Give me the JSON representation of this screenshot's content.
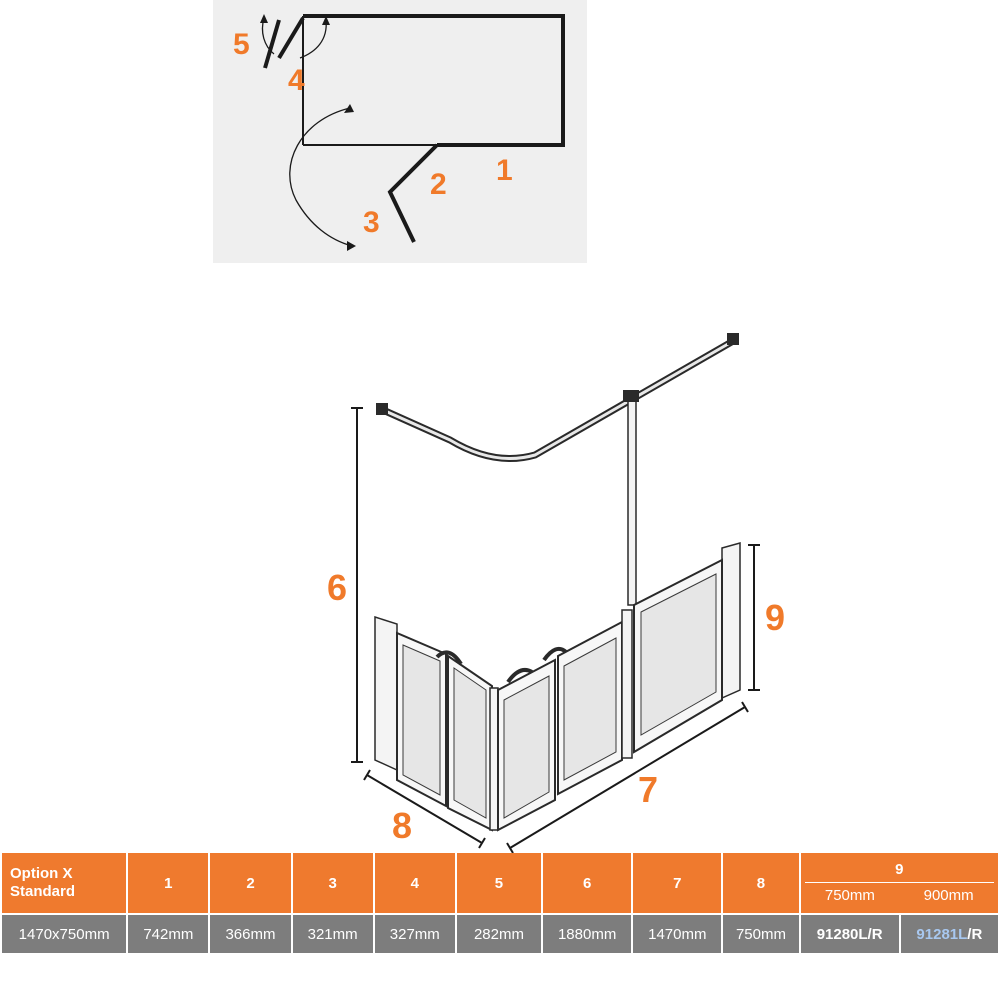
{
  "plan_labels": {
    "n1": "1",
    "n2": "2",
    "n3": "3",
    "n4": "4",
    "n5": "5"
  },
  "iso_labels": {
    "n6": "6",
    "n7": "7",
    "n8": "8",
    "n9": "9"
  },
  "table": {
    "option_line1": "Option X",
    "option_line2": "Standard",
    "headers": [
      "1",
      "2",
      "3",
      "4",
      "5",
      "6",
      "7",
      "8"
    ],
    "col9_header": "9",
    "col9_sub": [
      "750mm",
      "900mm"
    ],
    "size": "1470x750mm",
    "values": [
      "742mm",
      "366mm",
      "321mm",
      "327mm",
      "282mm",
      "1880mm",
      "1470mm",
      "750mm"
    ],
    "code1": "91280L/R",
    "code2_part1": "91281L",
    "code2_part2": "/R"
  },
  "colors": {
    "accent": "#f07a2a",
    "header_bg": "#ef7a2e",
    "value_bg": "#7d7d7d",
    "plan_bg": "#efefef"
  }
}
